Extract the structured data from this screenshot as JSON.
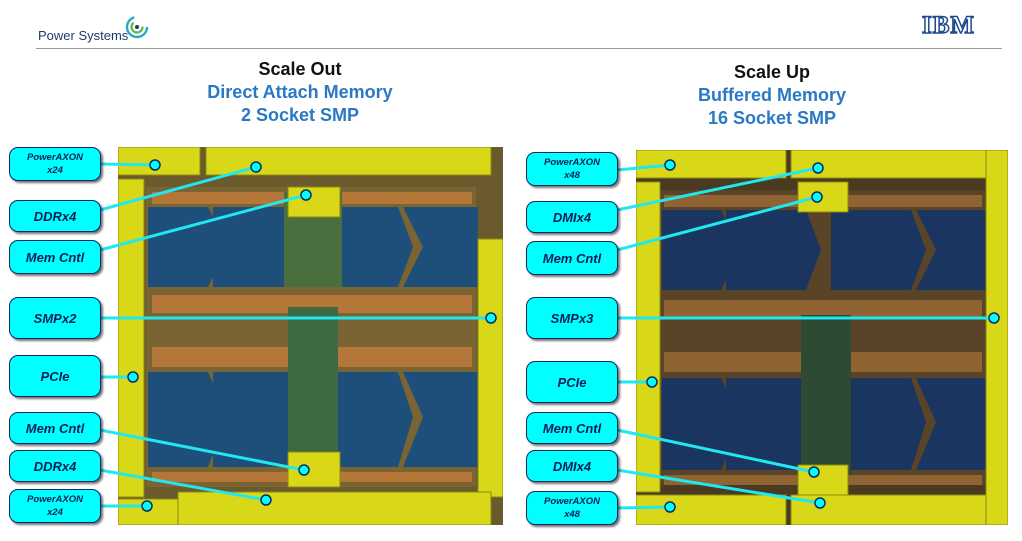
{
  "header": {
    "brand": "Power Systems",
    "logo": "IBM"
  },
  "left": {
    "title": "Scale Out",
    "subtitle1": "Direct Attach Memory",
    "subtitle2": "2 Socket SMP",
    "labels": [
      {
        "line1": "PowerAXON",
        "line2": "x24"
      },
      {
        "line1": "DDRx4"
      },
      {
        "line1": "Mem Cntl"
      },
      {
        "line1": "SMPx2"
      },
      {
        "line1": "PCIe"
      },
      {
        "line1": "Mem Cntl"
      },
      {
        "line1": "DDRx4"
      },
      {
        "line1": "PowerAXON",
        "line2": "x24"
      }
    ]
  },
  "right": {
    "title": "Scale Up",
    "subtitle1": "Buffered Memory",
    "subtitle2": "16 Socket SMP",
    "labels": [
      {
        "line1": "PowerAXON",
        "line2": "x48"
      },
      {
        "line1": "DMIx4"
      },
      {
        "line1": "Mem Cntl"
      },
      {
        "line1": "SMPx3"
      },
      {
        "line1": "PCIe"
      },
      {
        "line1": "Mem Cntl"
      },
      {
        "line1": "DMIx4"
      },
      {
        "line1": "PowerAXON",
        "line2": "x48"
      }
    ]
  },
  "colors": {
    "callout_fill": "#00ffff",
    "callout_border": "#0a2a66",
    "io_yellow": "#d8d818",
    "core_blue": "#1d4f7a",
    "heading_blue": "#2b78c4"
  }
}
